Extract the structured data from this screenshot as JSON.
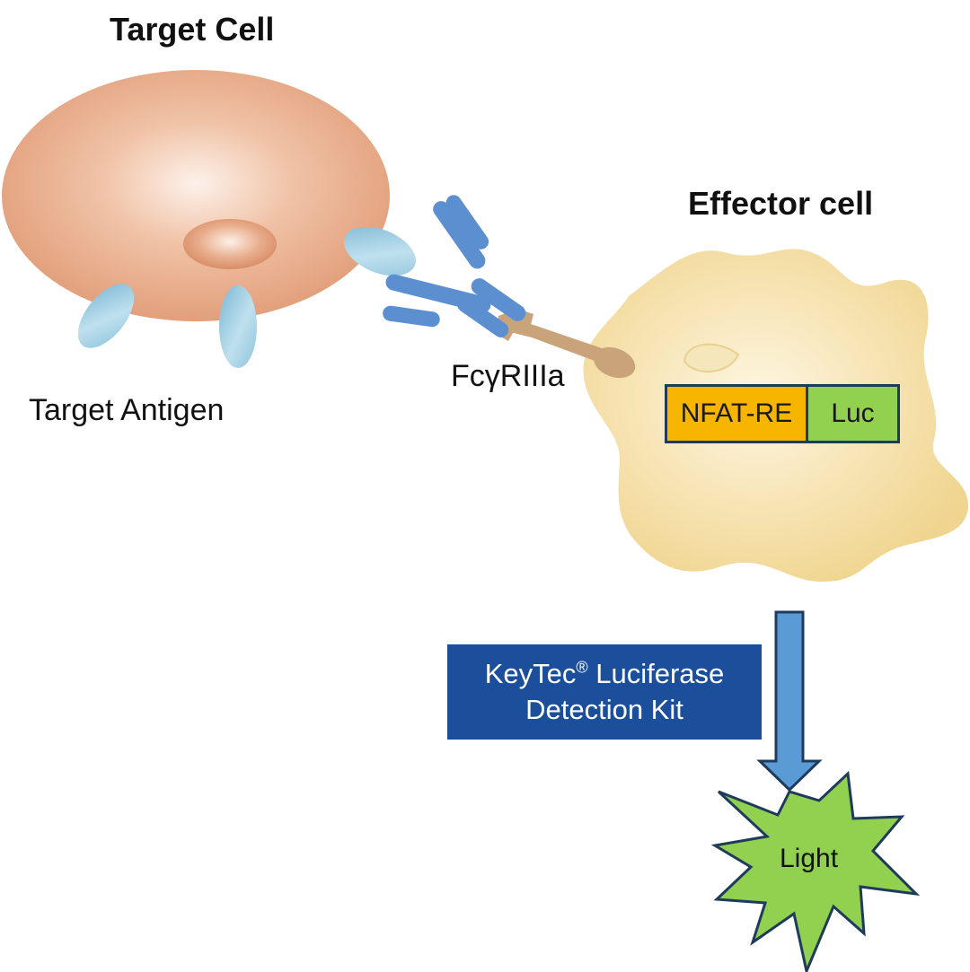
{
  "target_cell": {
    "title": "Target Cell",
    "antigen_label": "Target Antigen"
  },
  "antibody": {
    "receptor_label": "FcγRIIIa"
  },
  "effector_cell": {
    "title": "Effector cell",
    "promoter_label": "NFAT-RE",
    "reporter_label": "Luc"
  },
  "detection_kit": {
    "name": "KeyTec",
    "registered_mark": "®",
    "line1_rest": " Luciferase",
    "line2": "Detection Kit"
  },
  "output": {
    "label": "Light"
  },
  "colors": {
    "target_cell": "#e8a884",
    "nucleus": "#e2a07c",
    "antigen": "#8cc4dc",
    "antibody": "#5b8fd0",
    "effector_cell": "#f3dc9e",
    "receptor": "#c9a47a",
    "promoter_box": "#f7b500",
    "reporter_box": "#92d050",
    "kit_box": "#1b4f9c",
    "arrow": "#5b9bd5",
    "light_star": "#92d050"
  }
}
